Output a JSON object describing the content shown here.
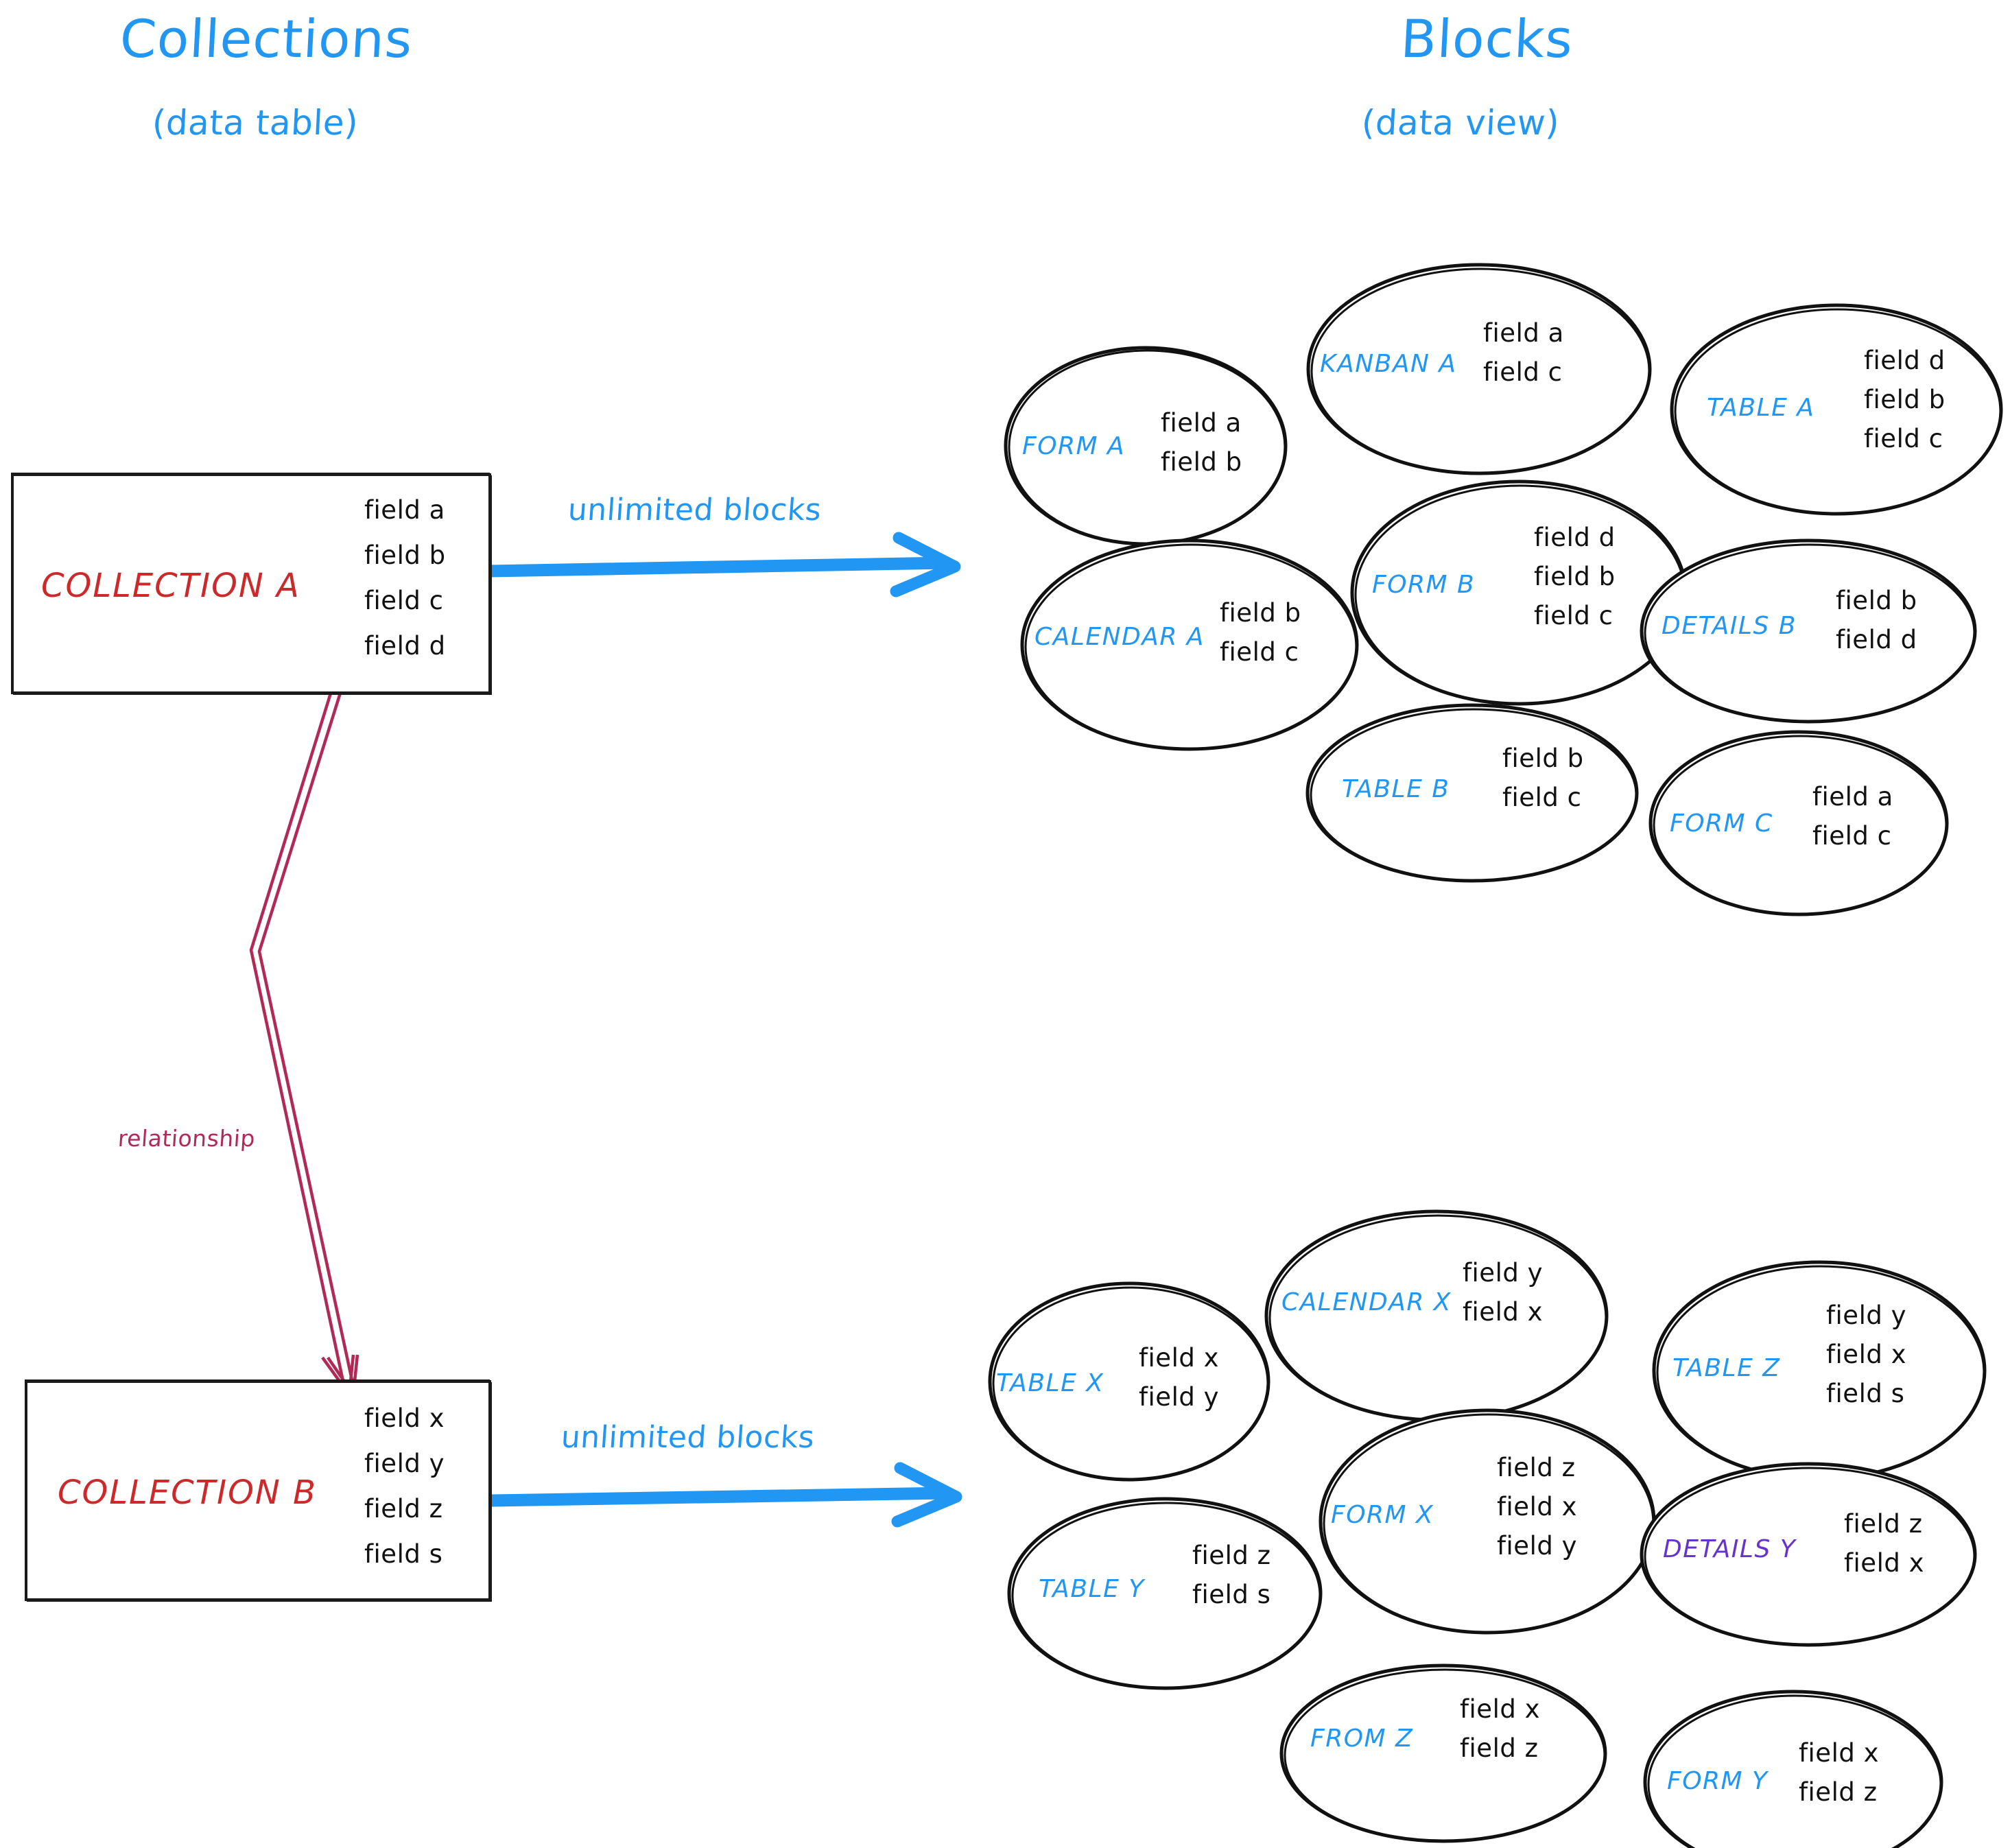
{
  "headers": {
    "left": {
      "title": "Collections",
      "subtitle": "(data table)"
    },
    "right": {
      "title": "Blocks",
      "subtitle": "(data view)"
    }
  },
  "colors": {
    "accent_blue": "#2196f3",
    "collection_red": "#cc2a2a",
    "relationship_crimson": "#b02a55",
    "details_purple": "#6633cc",
    "ink_black": "#111111",
    "background": "#ffffff"
  },
  "collections": [
    {
      "name": "COLLECTION A",
      "fields": [
        "field a",
        "field b",
        "field c",
        "field d"
      ],
      "arrow_label": "unlimited blocks"
    },
    {
      "name": "COLLECTION B",
      "fields": [
        "field x",
        "field y",
        "field z",
        "field s"
      ],
      "arrow_label": "unlimited blocks"
    }
  ],
  "relationship": {
    "label": "relationship"
  },
  "blocks_top": [
    {
      "name": "FORM A",
      "fields": [
        "field a",
        "field b"
      ]
    },
    {
      "name": "KANBAN A",
      "fields": [
        "field a",
        "field c"
      ]
    },
    {
      "name": "TABLE A",
      "fields": [
        "field d",
        "field b",
        "field c"
      ]
    },
    {
      "name": "CALENDAR A",
      "fields": [
        "field b",
        "field c"
      ]
    },
    {
      "name": "FORM B",
      "fields": [
        "field d",
        "field b",
        "field c"
      ]
    },
    {
      "name": "DETAILS B",
      "fields": [
        "field b",
        "field d"
      ]
    },
    {
      "name": "TABLE B",
      "fields": [
        "field b",
        "field c"
      ]
    },
    {
      "name": "FORM C",
      "fields": [
        "field a",
        "field c"
      ]
    }
  ],
  "blocks_bottom": [
    {
      "name": "TABLE X",
      "fields": [
        "field x",
        "field y"
      ]
    },
    {
      "name": "CALENDAR X",
      "fields": [
        "field y",
        "field x"
      ]
    },
    {
      "name": "TABLE Z",
      "fields": [
        "field y",
        "field x",
        "field s"
      ]
    },
    {
      "name": "TABLE Y",
      "fields": [
        "field z",
        "field s"
      ]
    },
    {
      "name": "FORM X",
      "fields": [
        "field z",
        "field x",
        "field y"
      ]
    },
    {
      "name": "DETAILS Y",
      "fields": [
        "field z",
        "field x"
      ],
      "color": "purple"
    },
    {
      "name": "FROM Z",
      "fields": [
        "field x",
        "field z"
      ]
    },
    {
      "name": "FORM Y",
      "fields": [
        "field x",
        "field z"
      ]
    }
  ]
}
